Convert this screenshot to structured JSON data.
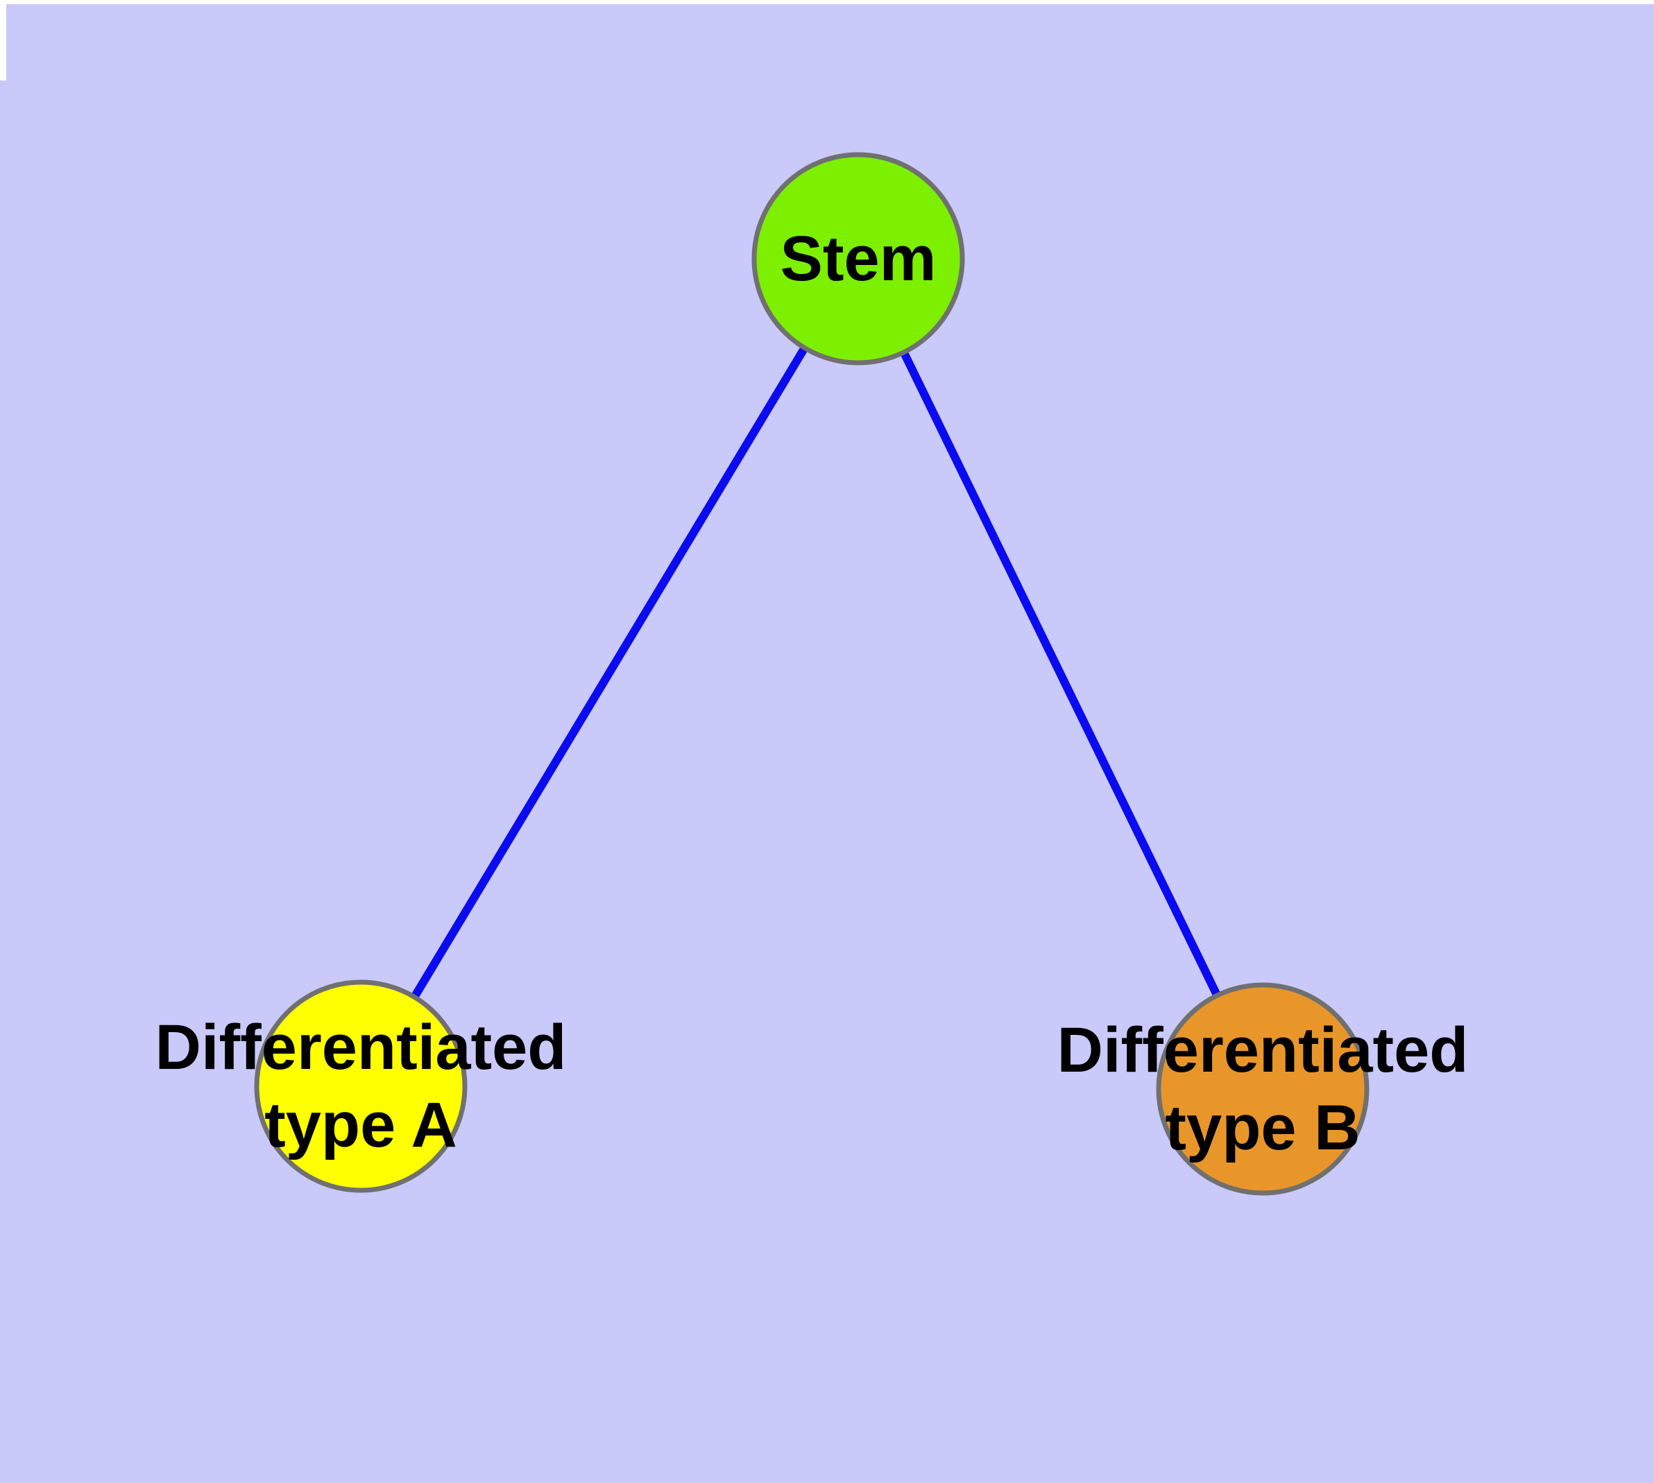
{
  "colors": {
    "background": "#C9C9FA",
    "frame": "#FFFFFF",
    "edge": "#0B0BF0",
    "node_border": "#707070",
    "label_text": "#000000",
    "stem_fill": "#7DF000",
    "type_a_fill": "#FFFF00",
    "type_b_fill": "#E8962A"
  },
  "diagram": {
    "type": "node-link tree",
    "nodes": {
      "stem": {
        "label": "Stem",
        "fill": "#7DF000"
      },
      "type_a": {
        "label_line1": "Differentiated",
        "label_line2": "type A",
        "fill": "#FFFF00"
      },
      "type_b": {
        "label_line1": "Differentiated",
        "label_line2": "type B",
        "fill": "#E8962A"
      }
    },
    "edges": [
      {
        "from": "Stem",
        "to": "Differentiated type A"
      },
      {
        "from": "Stem",
        "to": "Differentiated type B"
      }
    ]
  }
}
